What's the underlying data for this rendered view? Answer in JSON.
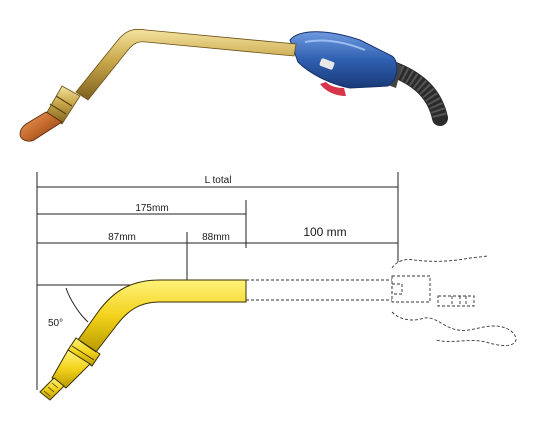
{
  "dimensions": {
    "total_label": "L total",
    "length_175_label": "175mm",
    "length_87_label": "87mm",
    "length_88_label": "88mm",
    "length_100_label": "100 mm",
    "angle_label": "50°"
  },
  "colors": {
    "neck_yellow": "#f2d21a",
    "neck_outline": "#3a3000",
    "handle_blue": "#2f5fb0",
    "brass": "#b8973a",
    "copper": "#c46a2c",
    "cable": "#2b2b2b",
    "dim_line": "#222222",
    "dash_line": "#333333"
  }
}
